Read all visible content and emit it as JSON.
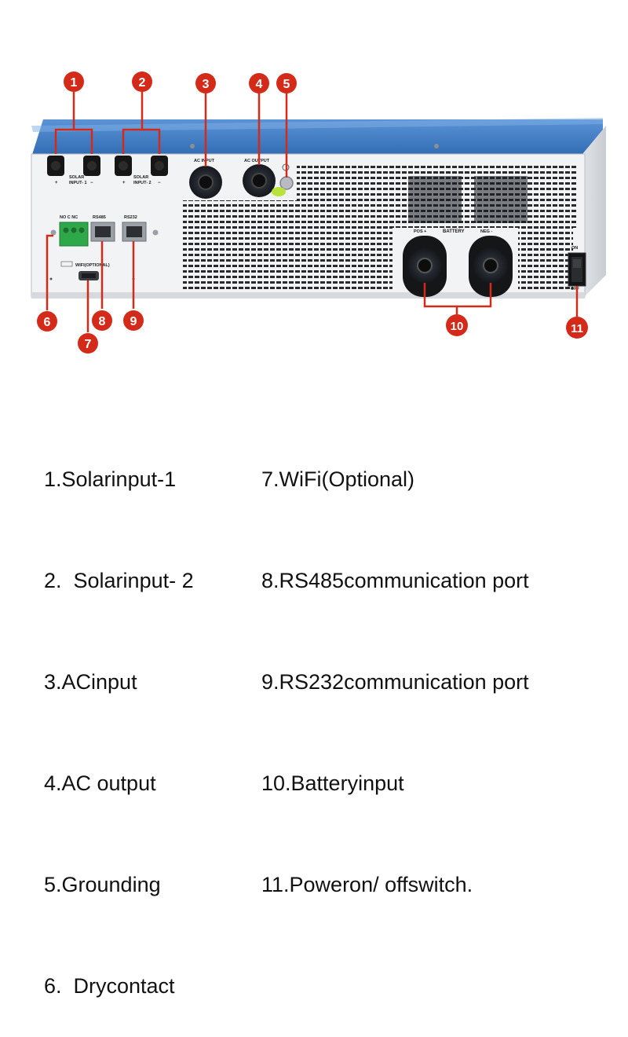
{
  "panel_labels": {
    "no_c_nc": "NO C NC",
    "rs485": "RS485",
    "rs232": "RS232",
    "wifi": "WIFI(OPTIONAL)",
    "solar_1": "SOLAR\nINPUT- 1",
    "solar_2": "SOLAR\nINPUT- 2",
    "ac_input": "AC INPUT",
    "ac_output": "AC OUTPUT",
    "pos": "POS +",
    "battery": "BATTERY",
    "neg": "NEG -",
    "on": "ON",
    "off": "OFF",
    "plus": "+",
    "minus": "−"
  },
  "badges": [
    "1",
    "2",
    "3",
    "4",
    "5",
    "6",
    "7",
    "8",
    "9",
    "10",
    "11"
  ],
  "legend": {
    "left": [
      "1.Solarinput-1",
      "2.  Solarinput- 2",
      "3.ACinput",
      "4.AC output",
      "5.Grounding",
      "6.  Drycontact"
    ],
    "right": [
      "7.WiFi(Optional)",
      "8.RS485communication port",
      "9.RS232communication port",
      "10.Batteryinput",
      "11.Poweron/ offswitch."
    ]
  },
  "colors": {
    "badge": "#d42a1a",
    "housing_blue": "#2f6db5",
    "panel": "#f2f3f5",
    "terminal_green": "#2fa84a"
  }
}
